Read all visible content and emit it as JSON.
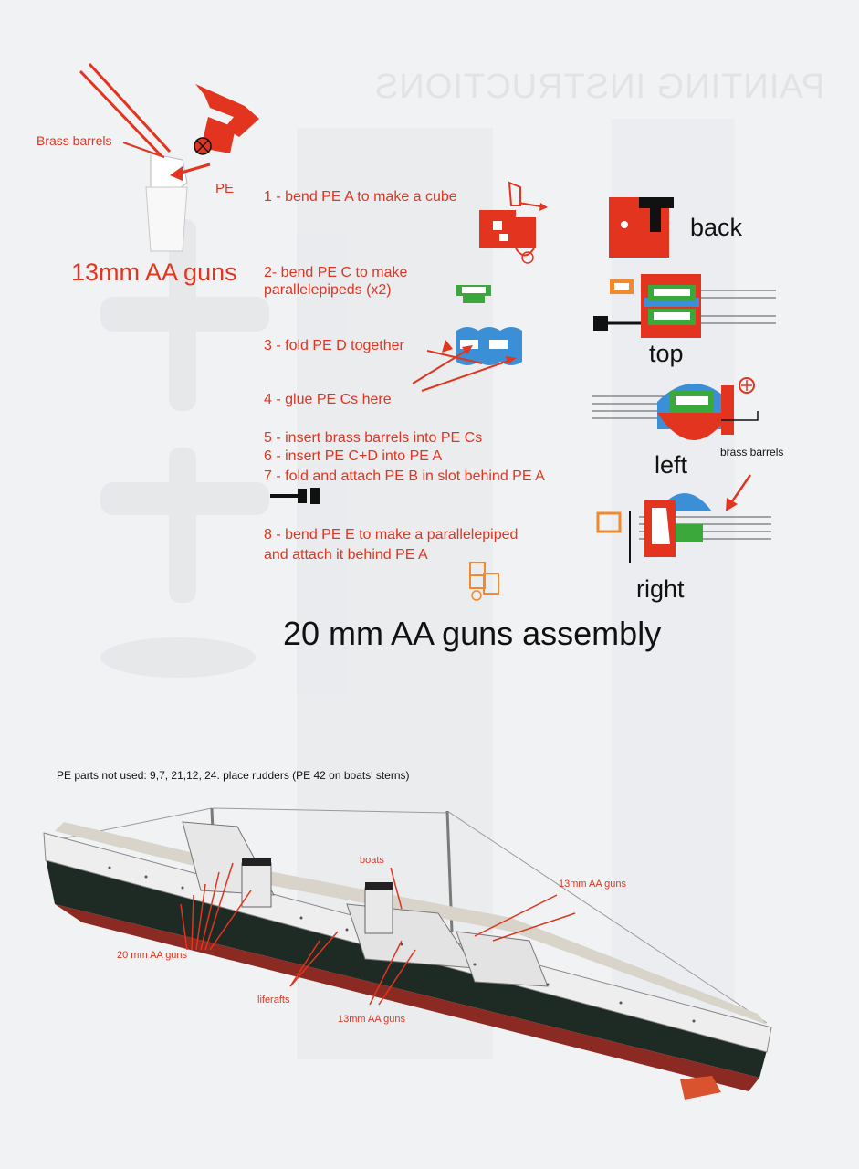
{
  "header_ghost": "PAINTING INSTRUCTIONS",
  "labels_13mm": {
    "brass_barrels": "Brass barrels",
    "pe": "PE",
    "title": "13mm AA guns"
  },
  "steps": [
    "1 - bend PE A to make a cube",
    "2- bend PE C to make",
    "parallelepipeds (x2)",
    "3 - fold PE D together",
    "4 - glue PE Cs here",
    "5 - insert brass barrels into PE Cs",
    "6 - insert PE C+D into PE A",
    "7 - fold and attach PE B  in slot behind PE A",
    "8 - bend PE E to make a parallelepiped",
    "and attach it behind PE A"
  ],
  "views": {
    "back": "back",
    "top": "top",
    "left": "left",
    "right": "right",
    "brass_barrels": "brass barrels"
  },
  "assembly_title": "20 mm AA guns assembly",
  "note": "PE parts not used: 9,7, 21,12, 24.  place rudders (PE 42 on boats' sterns)",
  "ship_labels": {
    "boats": "boats",
    "aa13_right": "13mm AA guns",
    "aa20": "20 mm AA guns",
    "liferafts": "liferafts",
    "aa13_bottom": "13mm AA guns"
  },
  "colors": {
    "red": "#e2341f",
    "green": "#3aa83a",
    "blue": "#3b8fd6",
    "orange": "#f08a2c",
    "black": "#111111"
  }
}
